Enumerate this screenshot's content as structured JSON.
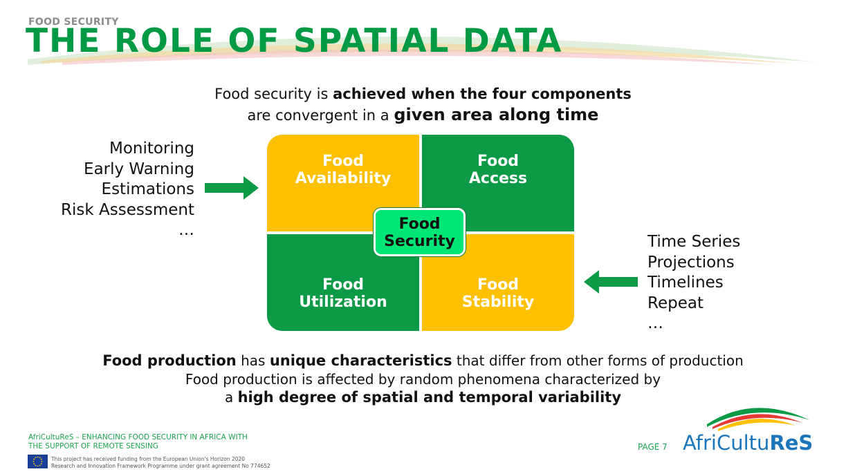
{
  "header": {
    "section_label": "FOOD SECURITY",
    "title": "THE ROLE OF SPATIAL DATA"
  },
  "subtitle": {
    "line1_a": "Food security is ",
    "line1_b": "achieved when the four components",
    "line2_a": "are convergent in a ",
    "line2_b": "given area along time"
  },
  "left_list": [
    "Monitoring",
    "Early Warning",
    "Estimations",
    "Risk Assessment",
    "…"
  ],
  "right_list": [
    "Time Series",
    "Projections",
    "Timelines",
    "Repeat",
    "…"
  ],
  "matrix": {
    "availability": [
      "Food",
      "Availability"
    ],
    "access": [
      "Food",
      "Access"
    ],
    "utilization": [
      "Food",
      "Utilization"
    ],
    "stability": [
      "Food",
      "Stability"
    ],
    "center": [
      "Food",
      "Security"
    ]
  },
  "bottom": {
    "line1_a": "Food production",
    "line1_b": " has ",
    "line1_c": "unique characteristics",
    "line1_d": " that differ from other forms of production",
    "line2": "Food production is affected by random phenomena characterized by",
    "line3_a": "a ",
    "line3_b": "high degree of spatial and temporal variability"
  },
  "footer": {
    "tagline_1": "AfriCultuReS – ENHANCING FOOD SECURITY IN AFRICA WITH",
    "tagline_2": "THE SUPPORT OF REMOTE SENSING",
    "funding_1": "This project has received funding from the European Union's Horizon 2020",
    "funding_2": "Research and Innovation Framework Programme under grant agreement No 774652",
    "page": "PAGE 7",
    "brand_a": "AfriCultu",
    "brand_b": "ReS"
  },
  "colors": {
    "green": "#0c9a46",
    "yellow": "#ffc000",
    "center": "#00e676",
    "title_green": "#009a44",
    "brand_blue": "#1b75bb"
  },
  "icons": {
    "arrow_left_panel": "arrow-right-icon",
    "arrow_right_panel": "arrow-left-icon",
    "flag": "eu-flag-icon"
  }
}
